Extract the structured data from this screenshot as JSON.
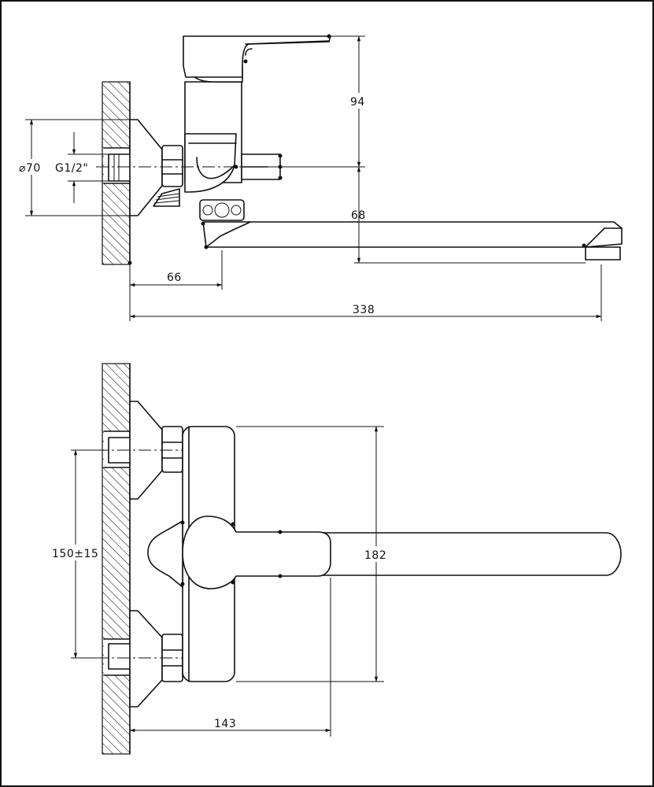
{
  "dimensions": {
    "diameter": "⌀70",
    "thread": "G1/2\"",
    "height_94": "94",
    "spout_68": "68",
    "offset_66": "66",
    "length_338": "338",
    "inlet_spacing": "150±15",
    "body_182": "182",
    "depth_143": "143"
  },
  "colors": {
    "line": "#111111",
    "background": "#ffffff",
    "frame": "#111111"
  }
}
